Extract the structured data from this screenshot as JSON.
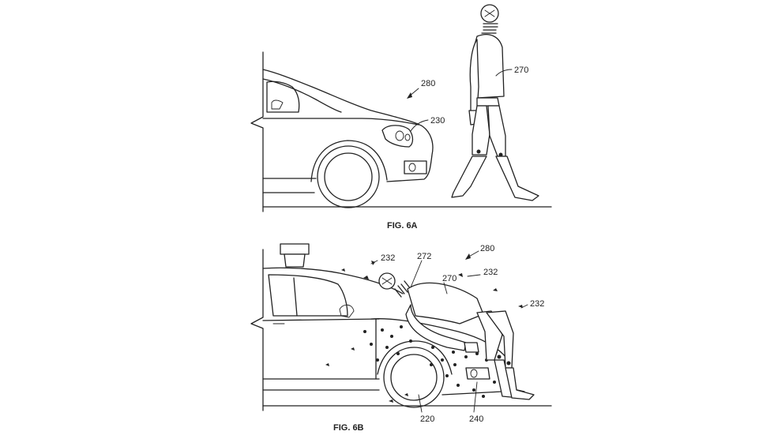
{
  "figures": [
    {
      "caption": "FIG. 6A",
      "labels": {
        "pedestrian": "270",
        "scene": "280",
        "vehicle_front": "230"
      }
    },
    {
      "caption": "FIG. 6B",
      "labels": {
        "pedestrian_neck": "272",
        "scene": "280",
        "pedestrian": "270",
        "particles_left": "232",
        "particles_mid": "232",
        "particles_right": "232",
        "adhesive_layer": "220",
        "headlamp": "240"
      }
    }
  ]
}
